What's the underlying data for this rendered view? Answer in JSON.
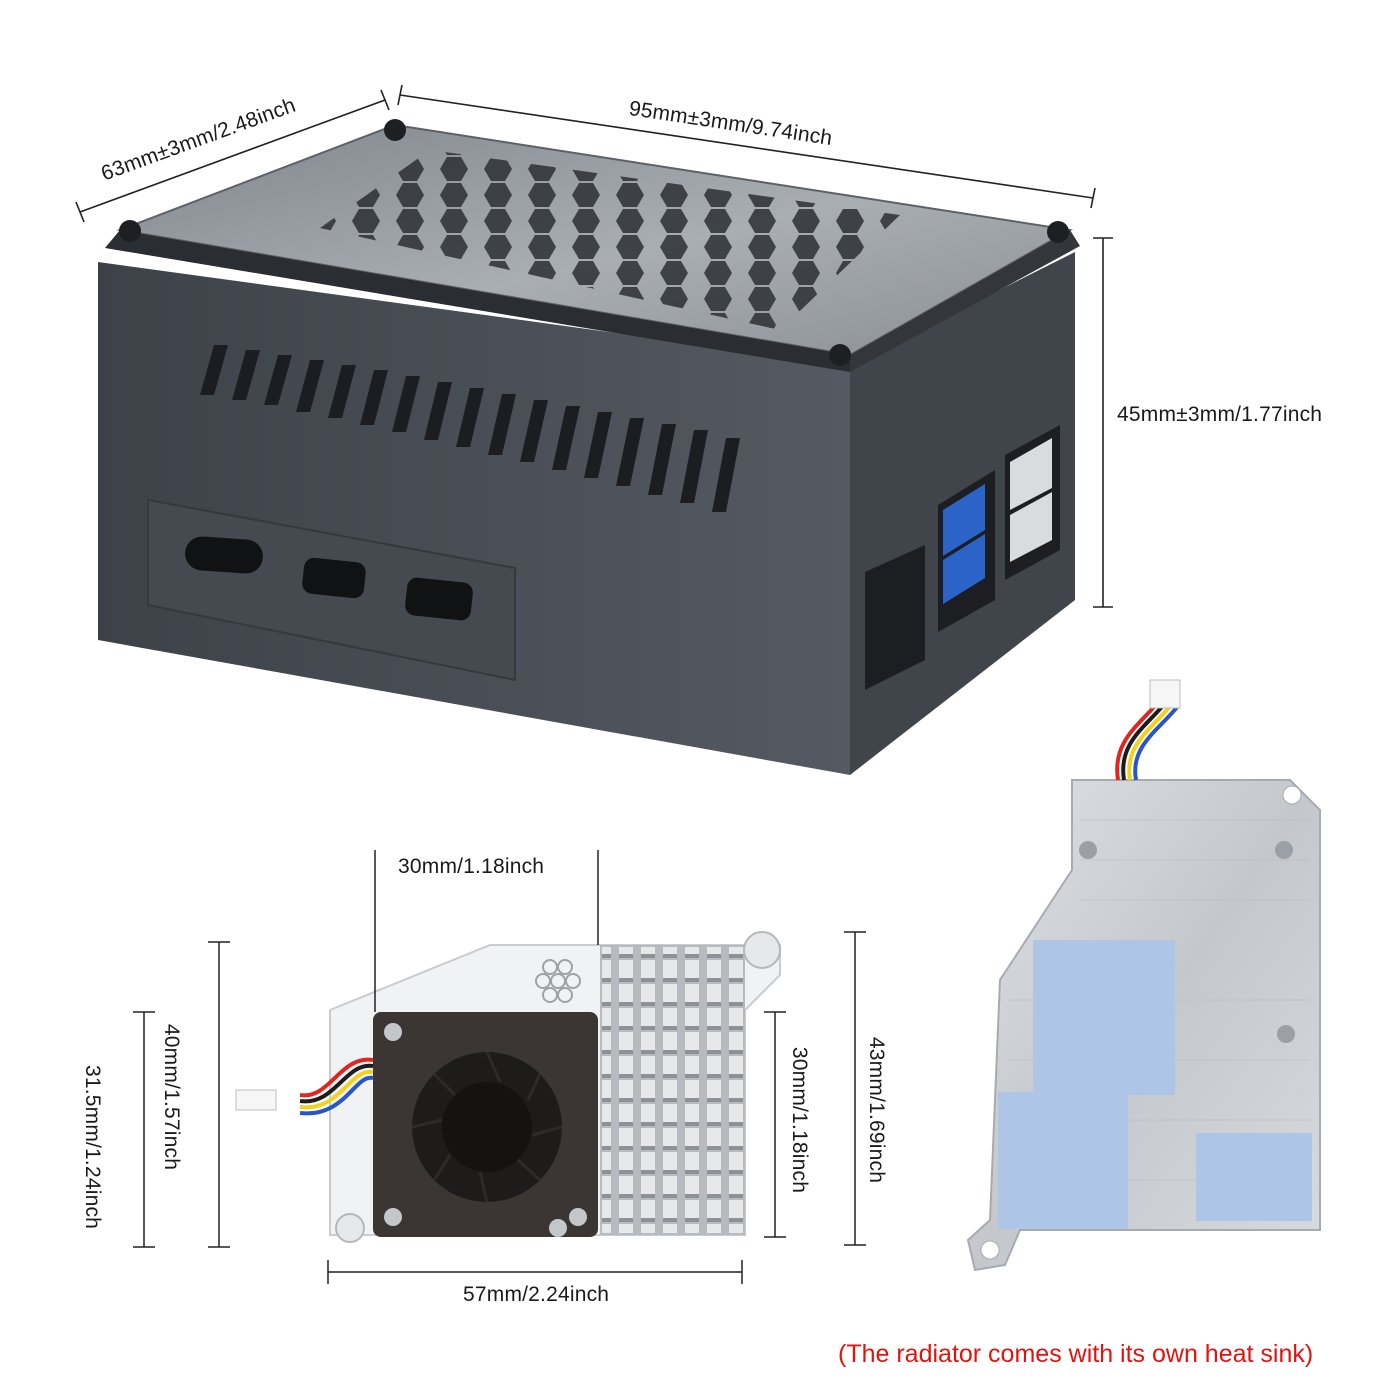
{
  "dimensions": {
    "case_depth": "63mm±3mm/2.48inch",
    "case_length": "95mm±3mm/9.74inch",
    "case_height": "45mm±3mm/1.77inch",
    "fan_width": "30mm/1.18inch",
    "cooler_height_outer": "40mm/1.57inch",
    "cooler_hole_spacing": "31.5mm/1.24inch",
    "fan_height": "30mm/1.18inch",
    "cooler_total_height": "43mm/1.69inch",
    "cooler_total_width": "57mm/2.24inch"
  },
  "note": "(The radiator comes with its own heat sink)",
  "colors": {
    "case_body": "#4b5058",
    "case_lid": "#9aa0a6",
    "note_text": "#e0140f",
    "thermal_pad": "#aec5e8",
    "heatsink": "#c9ccd0"
  }
}
